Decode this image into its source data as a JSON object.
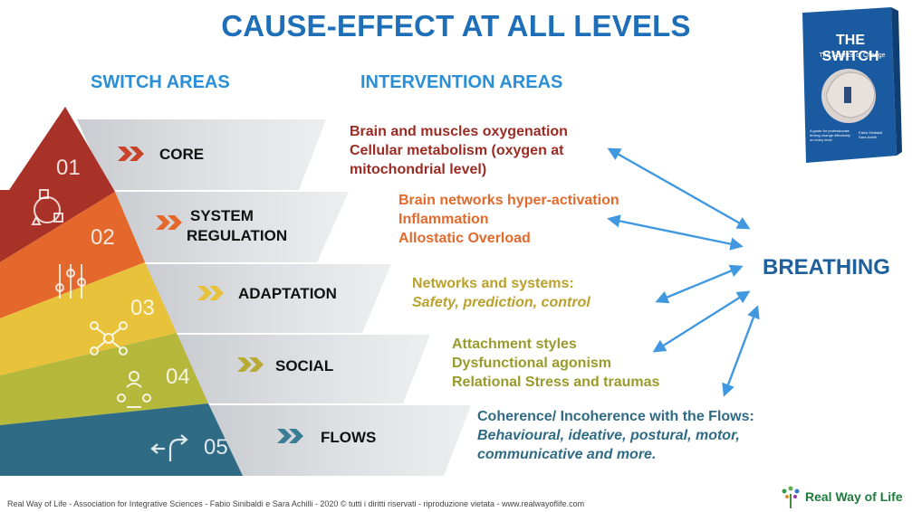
{
  "title": "CAUSE-EFFECT AT ALL LEVELS",
  "switch_areas_heading": "SWITCH AREAS",
  "intervention_areas_heading": "INTERVENTION AREAS",
  "levels": [
    {
      "num": "01",
      "name": "CORE",
      "color": "#a83227",
      "chev": "#c8432a",
      "intervention_color": "#9c2b23",
      "lines": [
        "Brain and muscles oxygenation",
        "Cellular metabolism (oxygen at",
        "mitochondrial level)"
      ],
      "italic_lines": []
    },
    {
      "num": "02",
      "name_line1": "SYSTEM",
      "name_line2": "REGULATION",
      "color": "#e4682c",
      "chev": "#e4682c",
      "intervention_color": "#e26a2c",
      "lines": [
        "Brain networks hyper-activation",
        "Inflammation",
        "Allostatic Overload"
      ],
      "italic_lines": []
    },
    {
      "num": "03",
      "name": "ADAPTATION",
      "color": "#e7c23a",
      "chev": "#e7c23a",
      "intervention_color": "#b9a12c",
      "lines": [
        "Networks and systems:"
      ],
      "italic_lines": [
        "Safety, prediction, control"
      ]
    },
    {
      "num": "04",
      "name": "SOCIAL",
      "color": "#b5b83a",
      "chev": "#b7ab36",
      "intervention_color": "#9a9a2b",
      "lines": [
        "Attachment styles",
        "Dysfunctional agonism",
        "Relational Stress and traumas"
      ],
      "italic_lines": []
    },
    {
      "num": "05",
      "name": "FLOWS",
      "color": "#2f6b84",
      "chev": "#3a7e96",
      "intervention_color": "#2f6b84",
      "lines": [
        "Coherence/ Incoherence with the Flows:"
      ],
      "italic_lines": [
        "Behavioural, ideative, postural, motor,",
        "communicative and more."
      ]
    }
  ],
  "breathing": "BREATHING",
  "book": {
    "title": "THE SWITCH",
    "subtitle": "The Science of Change",
    "tagline": "A guide for professionals driving change effectively on every level",
    "authors": "Fabio Sinibaldi Sara Achilli"
  },
  "footer": "Real Way of Life - Association for Integrative Sciences - Fabio Sinibaldi e Sara Achilli - 2020 © tutti i diritti riservati - riproduzione vietata - www.realwayoflife.com",
  "logo_text": "Real Way of Life",
  "accent_blue": "#3f98e0"
}
